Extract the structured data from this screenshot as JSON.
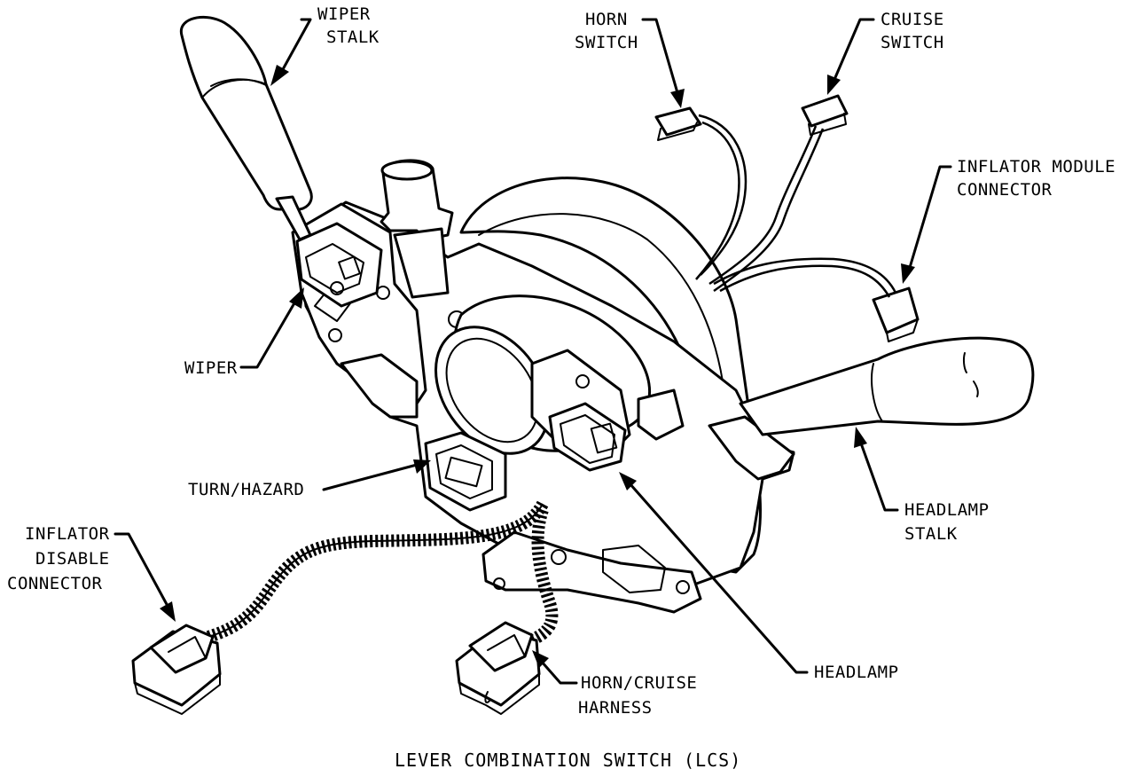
{
  "labels": {
    "wiper_stalk": [
      "WIPER",
      "STALK"
    ],
    "horn_switch": [
      "HORN",
      "SWITCH"
    ],
    "cruise_switch": [
      "CRUISE",
      "SWITCH"
    ],
    "inflator_module_connector": [
      "INFLATOR MODULE",
      "CONNECTOR"
    ],
    "wiper": "WIPER",
    "turn_hazard": "TURN/HAZARD",
    "inflator_disable_connector": [
      "INFLATOR",
      "DISABLE",
      "CONNECTOR"
    ],
    "headlamp_stalk": [
      "HEADLAMP",
      "STALK"
    ],
    "headlamp": "HEADLAMP",
    "horn_cruise_harness": [
      "HORN/CRUISE",
      "HARNESS"
    ]
  },
  "caption": "LEVER COMBINATION SWITCH (LCS)"
}
